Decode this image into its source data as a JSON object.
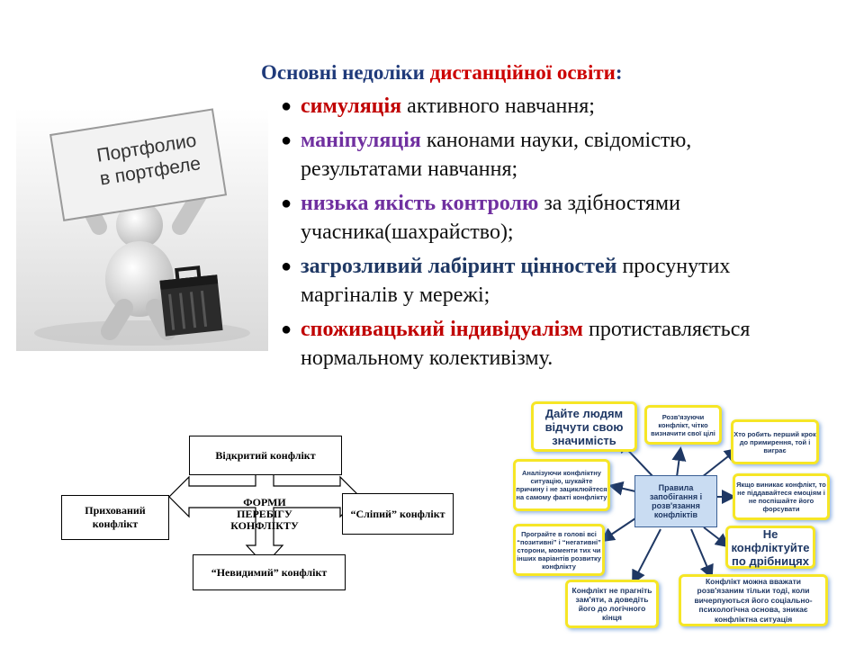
{
  "title": {
    "part1": "Основні недоліки ",
    "part2": "дистанційної освіти",
    "part3": ":"
  },
  "bullets": [
    {
      "bold": "симуляція",
      "rest": " активного навчання;",
      "color": "#c00000"
    },
    {
      "bold": "маніпуляція",
      "rest": "  канонами науки, свідомістю, результатами навчання;",
      "color": "#7030a0"
    },
    {
      "bold": "низька якість контролю",
      "rest": "  за здібностями учасника(шахрайство);",
      "color": "#7030a0"
    },
    {
      "bold": "загрозливий лабіринт цінностей",
      "rest": " просунутих маргіналів у мережі;",
      "color": "#1f3864"
    },
    {
      "bold": "споживацький індивідуалізм",
      "rest": " протиставляється нормальному колективізму.",
      "color": "#c00000"
    }
  ],
  "illustration": {
    "sign_line1": "Портфолио",
    "sign_line2": "в портфеле"
  },
  "forms": {
    "top": "Відкритий конфлікт",
    "left": "Прихований конфлікт",
    "right": "“Сліпий” конфлікт",
    "bottom": "“Невидимий” конфлікт",
    "center_lines": [
      "ФОРМИ",
      "ПЕРЕБІГУ",
      "КОНФЛІКТУ"
    ]
  },
  "rules": {
    "center": "Правила запобігання і розв'язання конфліктів",
    "boxes": [
      "Дайте людям відчути свою значимість",
      "Розв'язуючи конфлікт, чітко визначити свої цілі",
      "Хто робить перший крок до примирення, той і виграє",
      "Аналізуючи конфліктну ситуацію, шукайте причину і не зациклюйтеся на самому факті конфлікту",
      "Якщо виникає конфлікт, то не піддавайтеся емоціям і не поспішайте його форсувати",
      "Програйте в голові всі “позитивні” і “негативні” сторони, моменти тих чи інших варіантів розвитку конфлікту",
      "Не конфліктуйте по дрібницях",
      "Конфлікт не прагніть зам'яти, а доведіть його до логічного кінця",
      "Конфлікт можна вважати розв'язаним тільки тоді, коли вичерпуються його соціально-психологічна основа, зникає конфліктна ситуація"
    ]
  },
  "colors": {
    "title_blue": "#1f3a7a",
    "accent_red": "#c00000",
    "accent_purple": "#7030a0",
    "accent_navy": "#1f3864",
    "box_border_yellow": "#f6e626",
    "center_fill": "#c9dcf2"
  }
}
